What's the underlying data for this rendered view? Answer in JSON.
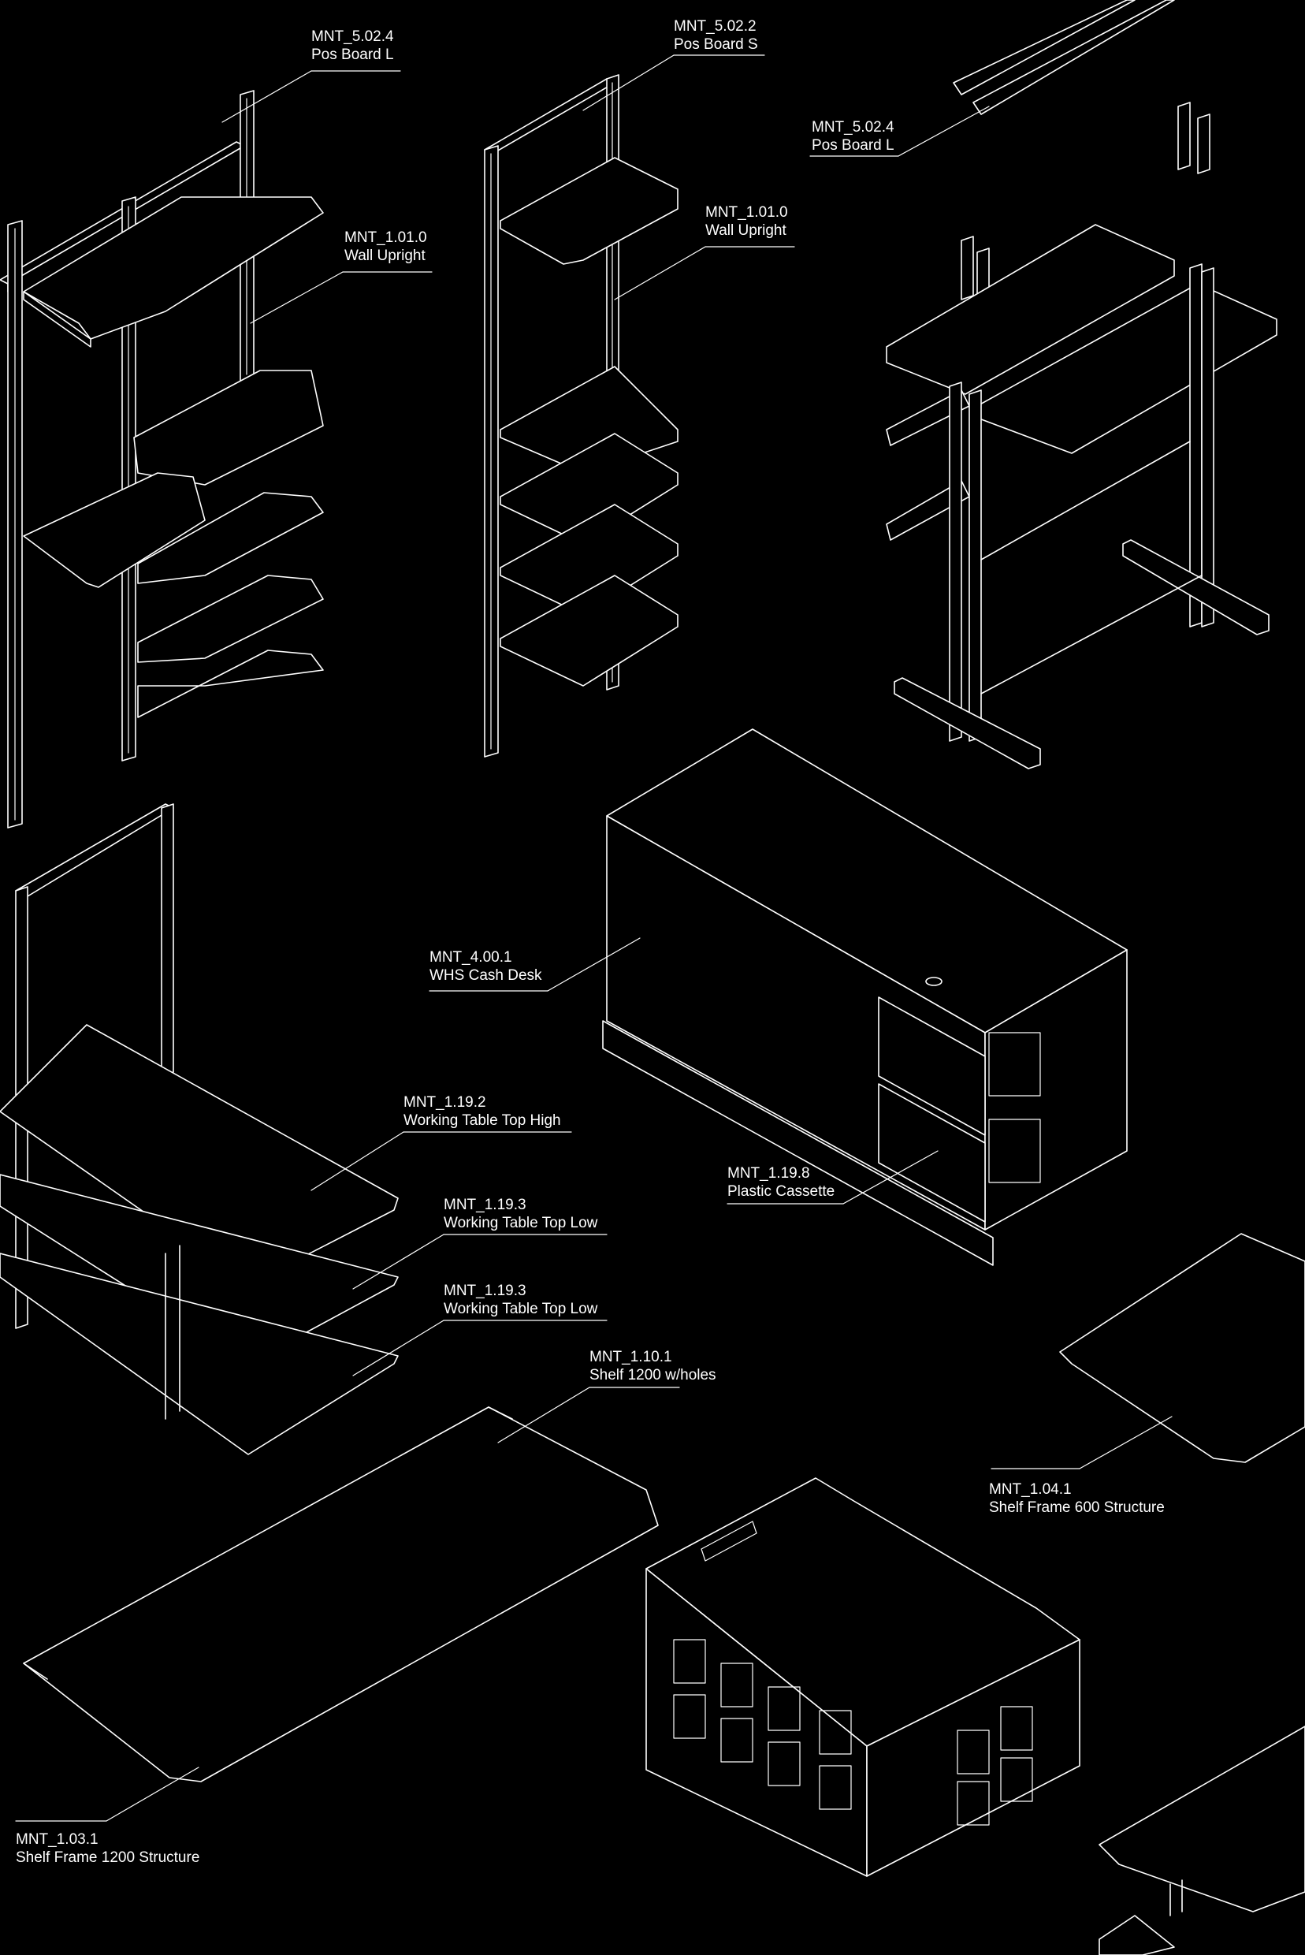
{
  "colors": {
    "background": "#000000",
    "line": "#ffffff"
  },
  "labels": [
    {
      "code": "MNT_5.02.4",
      "name": "Pos Board L"
    },
    {
      "code": "MNT_5.02.2",
      "name": "Pos Board S"
    },
    {
      "code": "MNT_5.02.4",
      "name": "Pos Board L"
    },
    {
      "code": "MNT_1.01.0",
      "name": "Wall Upright"
    },
    {
      "code": "MNT_1.01.0",
      "name": "Wall Upright"
    },
    {
      "code": "MNT_4.00.1",
      "name": "WHS Cash Desk"
    },
    {
      "code": "MNT_1.19.2",
      "name": "Working Table Top High"
    },
    {
      "code": "MNT_1.19.3",
      "name": "Working Table Top Low"
    },
    {
      "code": "MNT_1.19.3",
      "name": "Working Table Top Low"
    },
    {
      "code": "MNT_1.19.8",
      "name": "Plastic Cassette"
    },
    {
      "code": "MNT_1.10.1",
      "name": "Shelf 1200 w/holes"
    },
    {
      "code": "MNT_1.04.1",
      "name": "Shelf Frame 600 Structure"
    },
    {
      "code": "MNT_1.03.1",
      "name": "Shelf Frame 1200 Structure"
    }
  ]
}
